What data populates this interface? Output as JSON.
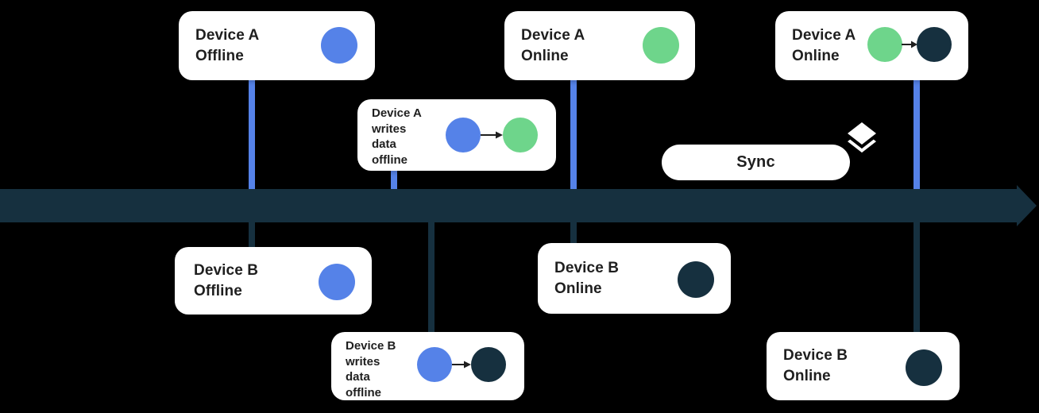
{
  "diagram": {
    "title": "device-offline-online-sync-timeline",
    "background": "#000000"
  },
  "colors": {
    "card_bg": "#ffffff",
    "text": "#1f1f1f",
    "blue": "#5582e8",
    "green": "#6ed58b",
    "navy": "#16303f",
    "icon_white": "#ffffff"
  },
  "timeline": {
    "color": "#16303f",
    "direction": "right"
  },
  "connectors": {
    "blue": "#5582e8",
    "navy": "#16303f"
  },
  "cards": {
    "device_a_offline": {
      "lines": [
        "Device A",
        "Offline"
      ],
      "dots": [
        {
          "name": "state-dot",
          "color": "#5582e8"
        }
      ]
    },
    "device_a_writes": {
      "lines": [
        "Device A",
        "writes",
        "data",
        "offline"
      ],
      "dots": [
        {
          "name": "state-dot",
          "color": "#5582e8"
        },
        {
          "name": "state-dot",
          "color": "#6ed58b"
        }
      ]
    },
    "device_a_online_mid": {
      "lines": [
        "Device A",
        "Online"
      ],
      "dots": [
        {
          "name": "state-dot",
          "color": "#6ed58b"
        }
      ]
    },
    "device_a_online_right": {
      "lines": [
        "Device A",
        "Online"
      ],
      "dots": [
        {
          "name": "state-dot",
          "color": "#6ed58b"
        },
        {
          "name": "state-dot",
          "color": "#16303f"
        }
      ]
    },
    "device_b_offline": {
      "lines": [
        "Device B",
        "Offline"
      ],
      "dots": [
        {
          "name": "state-dot",
          "color": "#5582e8"
        }
      ]
    },
    "device_b_writes": {
      "lines": [
        "Device B",
        "writes",
        "data",
        "offline"
      ],
      "dots": [
        {
          "name": "state-dot",
          "color": "#5582e8"
        },
        {
          "name": "state-dot",
          "color": "#16303f"
        }
      ]
    },
    "device_b_online_mid": {
      "lines": [
        "Device B",
        "Online"
      ],
      "dots": [
        {
          "name": "state-dot",
          "color": "#16303f"
        }
      ]
    },
    "device_b_online_right": {
      "lines": [
        "Device B",
        "Online"
      ],
      "dots": [
        {
          "name": "state-dot",
          "color": "#16303f"
        }
      ]
    }
  },
  "sync": {
    "label": "Sync",
    "icon": "layers-icon"
  }
}
